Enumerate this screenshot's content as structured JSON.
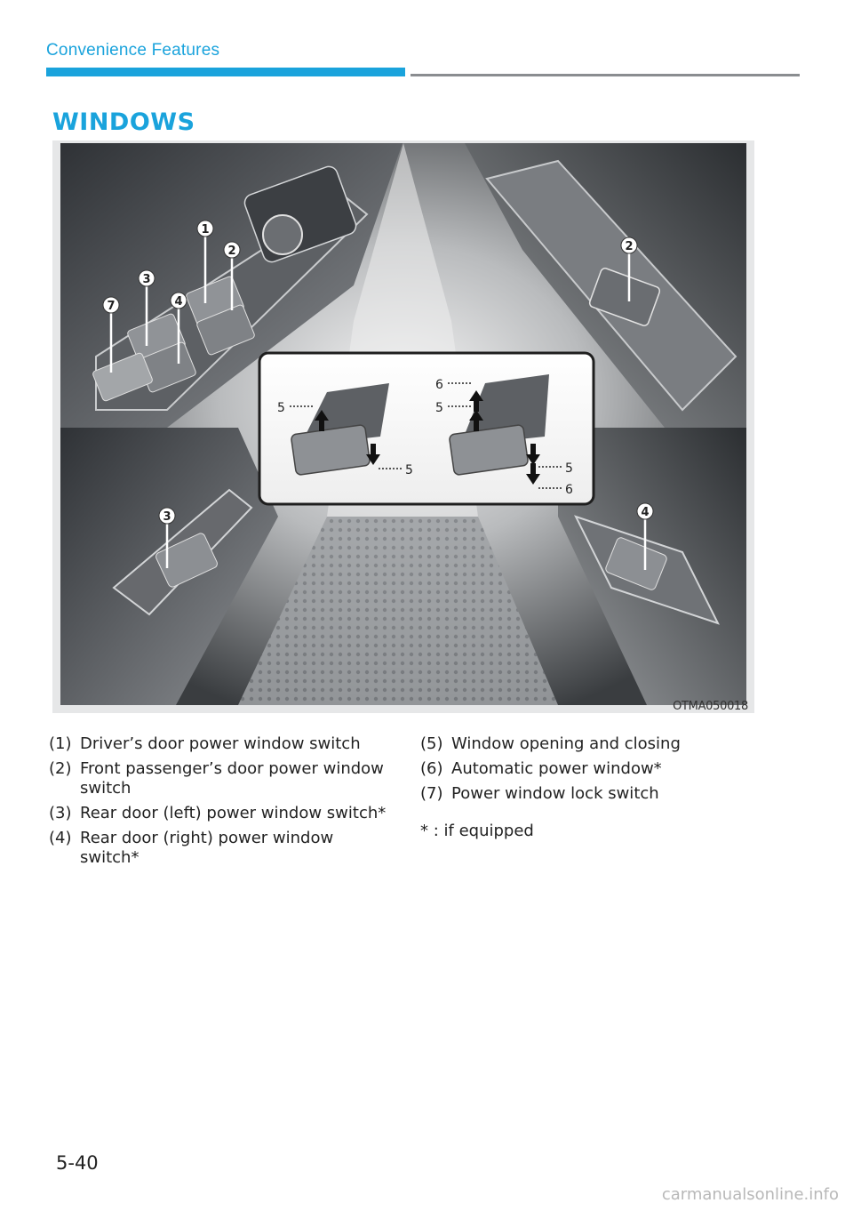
{
  "header": {
    "section": "Convenience Features"
  },
  "title": "WINDOWS",
  "figure": {
    "code": "OTMA050018",
    "callouts": [
      "1",
      "2",
      "3",
      "4",
      "7",
      "2",
      "3",
      "4"
    ],
    "inset_labels": [
      "5",
      "5",
      "6",
      "5",
      "5",
      "6"
    ]
  },
  "legend_left": [
    {
      "num": "(1)",
      "text": "Driver’s door power window switch"
    },
    {
      "num": "(2)",
      "text": "Front passenger’s door power window switch"
    },
    {
      "num": "(3)",
      "text": "Rear door (left) power window switch*"
    },
    {
      "num": "(4)",
      "text": "Rear door (right) power window switch*"
    }
  ],
  "legend_right": [
    {
      "num": "(5)",
      "text": "Window opening and closing"
    },
    {
      "num": "(6)",
      "text": "Automatic power window*"
    },
    {
      "num": "(7)",
      "text": "Power window lock switch"
    }
  ],
  "note": "* : if equipped",
  "page_number": "5-40",
  "watermark": "carmanualsonline.info"
}
